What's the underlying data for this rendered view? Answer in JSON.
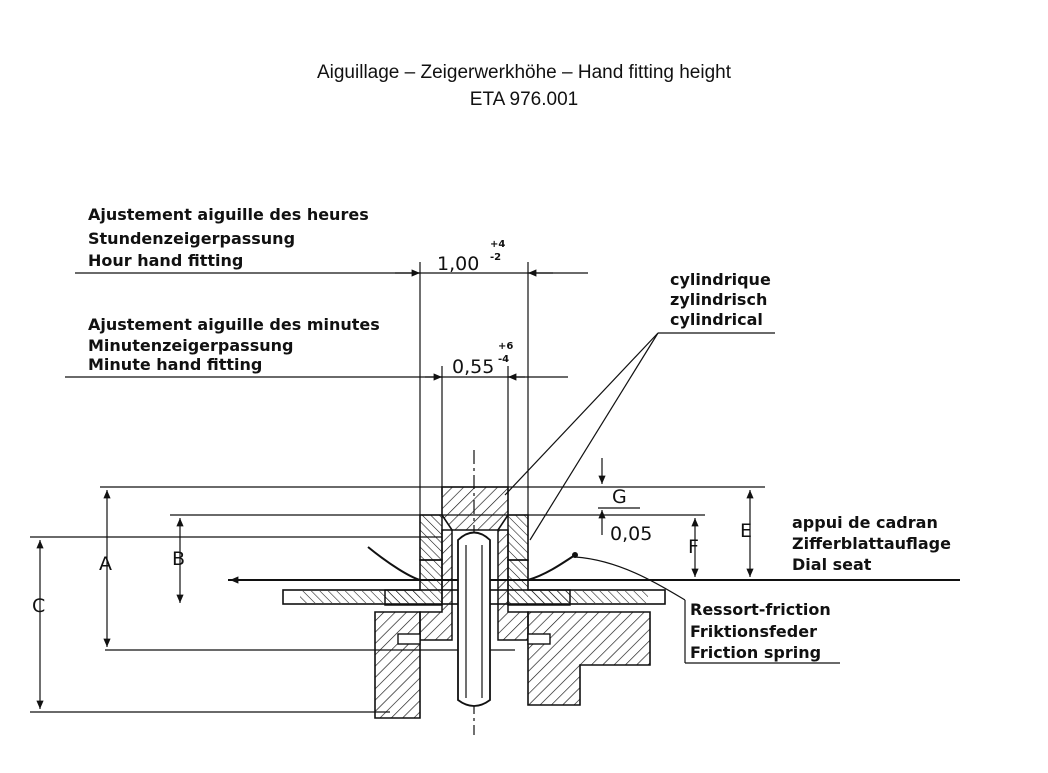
{
  "header": {
    "title_line1": "Aiguillage – Zeigerwerkhöhe – Hand fitting height",
    "title_line2": "ETA 976.001"
  },
  "hour_hand": {
    "lines": [
      "Ajustement aiguille des heures",
      "Stundenzeigerpassung",
      "Hour hand fitting"
    ],
    "dimension": "1,00",
    "tol_upper": "+4",
    "tol_lower": "-2"
  },
  "minute_hand": {
    "lines": [
      "Ajustement aiguille des minutes",
      "Minutenzeigerpassung",
      "Minute hand fitting"
    ],
    "dimension": "0,55",
    "tol_upper": "+6",
    "tol_lower": "-4"
  },
  "cylindrical": {
    "lines": [
      "cylindrique",
      "zylindrisch",
      "cylindrical"
    ]
  },
  "dial_seat": {
    "lines": [
      "appui de cadran",
      "Zifferblattauflage",
      "Dial seat"
    ]
  },
  "friction_spring": {
    "lines": [
      "Ressort-friction",
      "Friktionsfeder",
      "Friction spring"
    ]
  },
  "dimension_letters": {
    "A": "A",
    "B": "B",
    "C": "C",
    "E": "E",
    "F": "F",
    "G": "G"
  },
  "gap_value": "0,05"
}
